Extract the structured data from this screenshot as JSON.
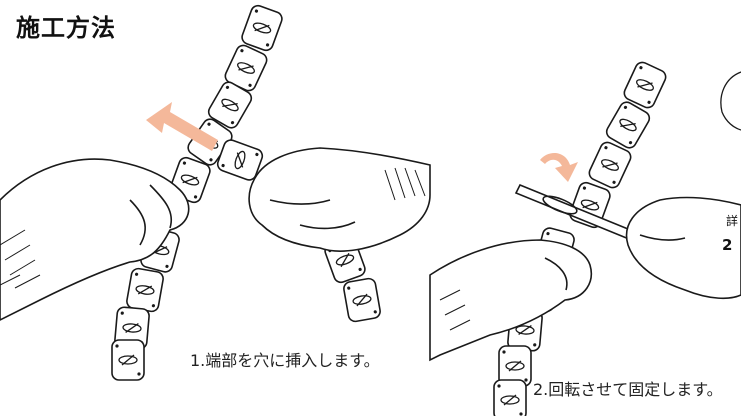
{
  "page": {
    "title": "施工方法"
  },
  "steps": [
    {
      "caption": "1.端部を穴に挿入します。"
    },
    {
      "caption": "2.回転させて固定します。"
    }
  ],
  "right_edge": {
    "partial_text": "2",
    "partial_mark": "詳"
  },
  "colors": {
    "arrow": "#f4b89a",
    "line": "#1a1a1a"
  }
}
